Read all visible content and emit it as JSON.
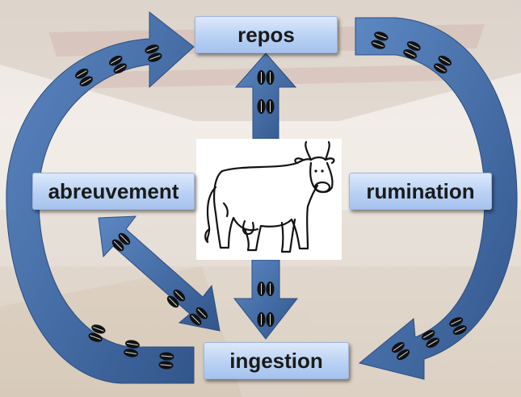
{
  "diagram": {
    "nodes": {
      "repos": "repos",
      "abreuvement": "abreuvement",
      "rumination": "rumination",
      "ingestion": "ingestion"
    },
    "center_image": "cow-icon",
    "decoration": "hoofprint-icon",
    "colors": {
      "arrow_fill": "#4f79b3",
      "arrow_dark": "#32568c",
      "box_top": "#dde9fb",
      "box_bottom": "#a6c3ee"
    }
  }
}
